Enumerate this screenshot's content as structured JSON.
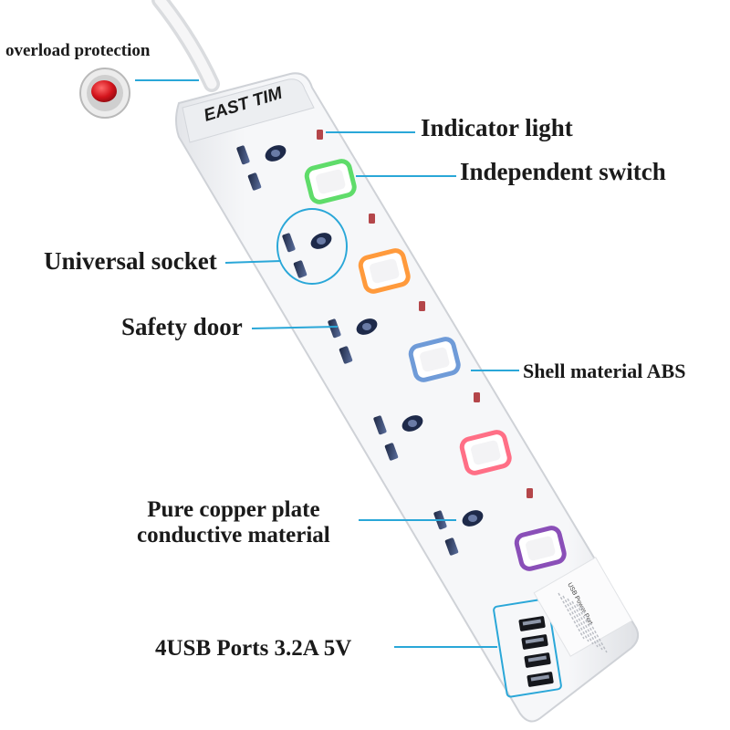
{
  "product": {
    "brand_logo": "EAST TIM",
    "usb_panel_text": "USB Power Port",
    "sockets": 5,
    "usb_ports": 4,
    "colors": {
      "shell": "#f4f5f7",
      "callout_line": "#2aa7d8",
      "overload_button": "#d3141c",
      "switch_colors": [
        "#5fdc6a",
        "#ff9a3c",
        "#6f9bd8",
        "#ff6f86",
        "#8a4fb8"
      ]
    }
  },
  "callouts": {
    "overload_protection": "overload protection",
    "indicator_light": "Indicator light",
    "independent_switch": "Independent switch",
    "universal_socket": "Universal socket",
    "safety_door": "Safety door",
    "shell_material": "Shell material ABS",
    "copper_line1": "Pure copper plate",
    "copper_line2": "conductive material",
    "usb_ports": "4USB Ports 3.2A  5V"
  }
}
